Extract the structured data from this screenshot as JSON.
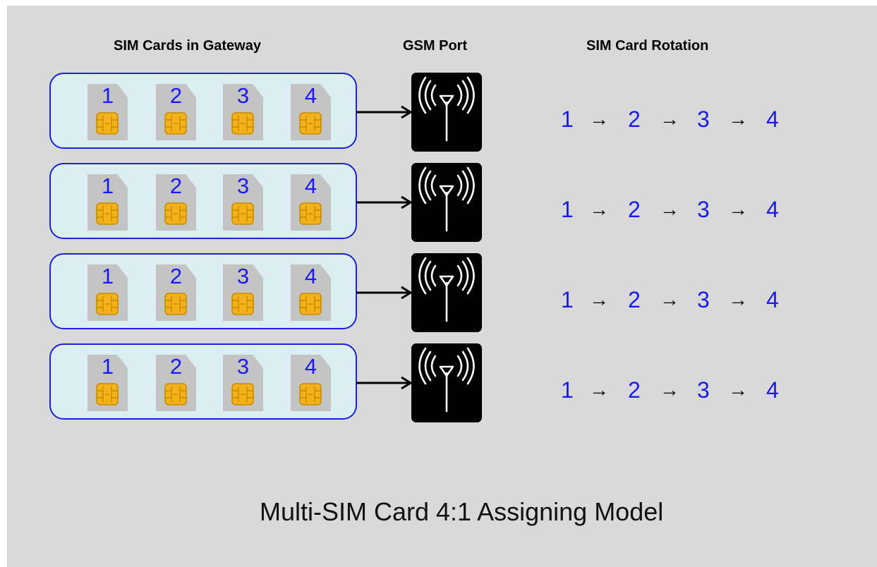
{
  "headers": {
    "sims": "SIM Cards in Gateway",
    "gsm": "GSM Port",
    "rotation": "SIM Card Rotation"
  },
  "rows": [
    {
      "sims": [
        "1",
        "2",
        "3",
        "4"
      ],
      "rotation": [
        "1",
        "2",
        "3",
        "4"
      ]
    },
    {
      "sims": [
        "1",
        "2",
        "3",
        "4"
      ],
      "rotation": [
        "1",
        "2",
        "3",
        "4"
      ]
    },
    {
      "sims": [
        "1",
        "2",
        "3",
        "4"
      ],
      "rotation": [
        "1",
        "2",
        "3",
        "4"
      ]
    },
    {
      "sims": [
        "1",
        "2",
        "3",
        "4"
      ],
      "rotation": [
        "1",
        "2",
        "3",
        "4"
      ]
    }
  ],
  "rotation_arrow": "→",
  "caption": "Multi-SIM Card 4:1 Assigning Model",
  "colors": {
    "background": "#d9d9d9",
    "tray_fill": "#dbeef2",
    "tray_border": "#1f1fe0",
    "number": "#1a1af0",
    "chip": "#f2b21a",
    "port": "#000000"
  },
  "icons": {
    "sim": "sim-card-icon",
    "chip": "sim-chip-icon",
    "port": "antenna-signal-icon",
    "connector": "arrow-right-icon"
  }
}
